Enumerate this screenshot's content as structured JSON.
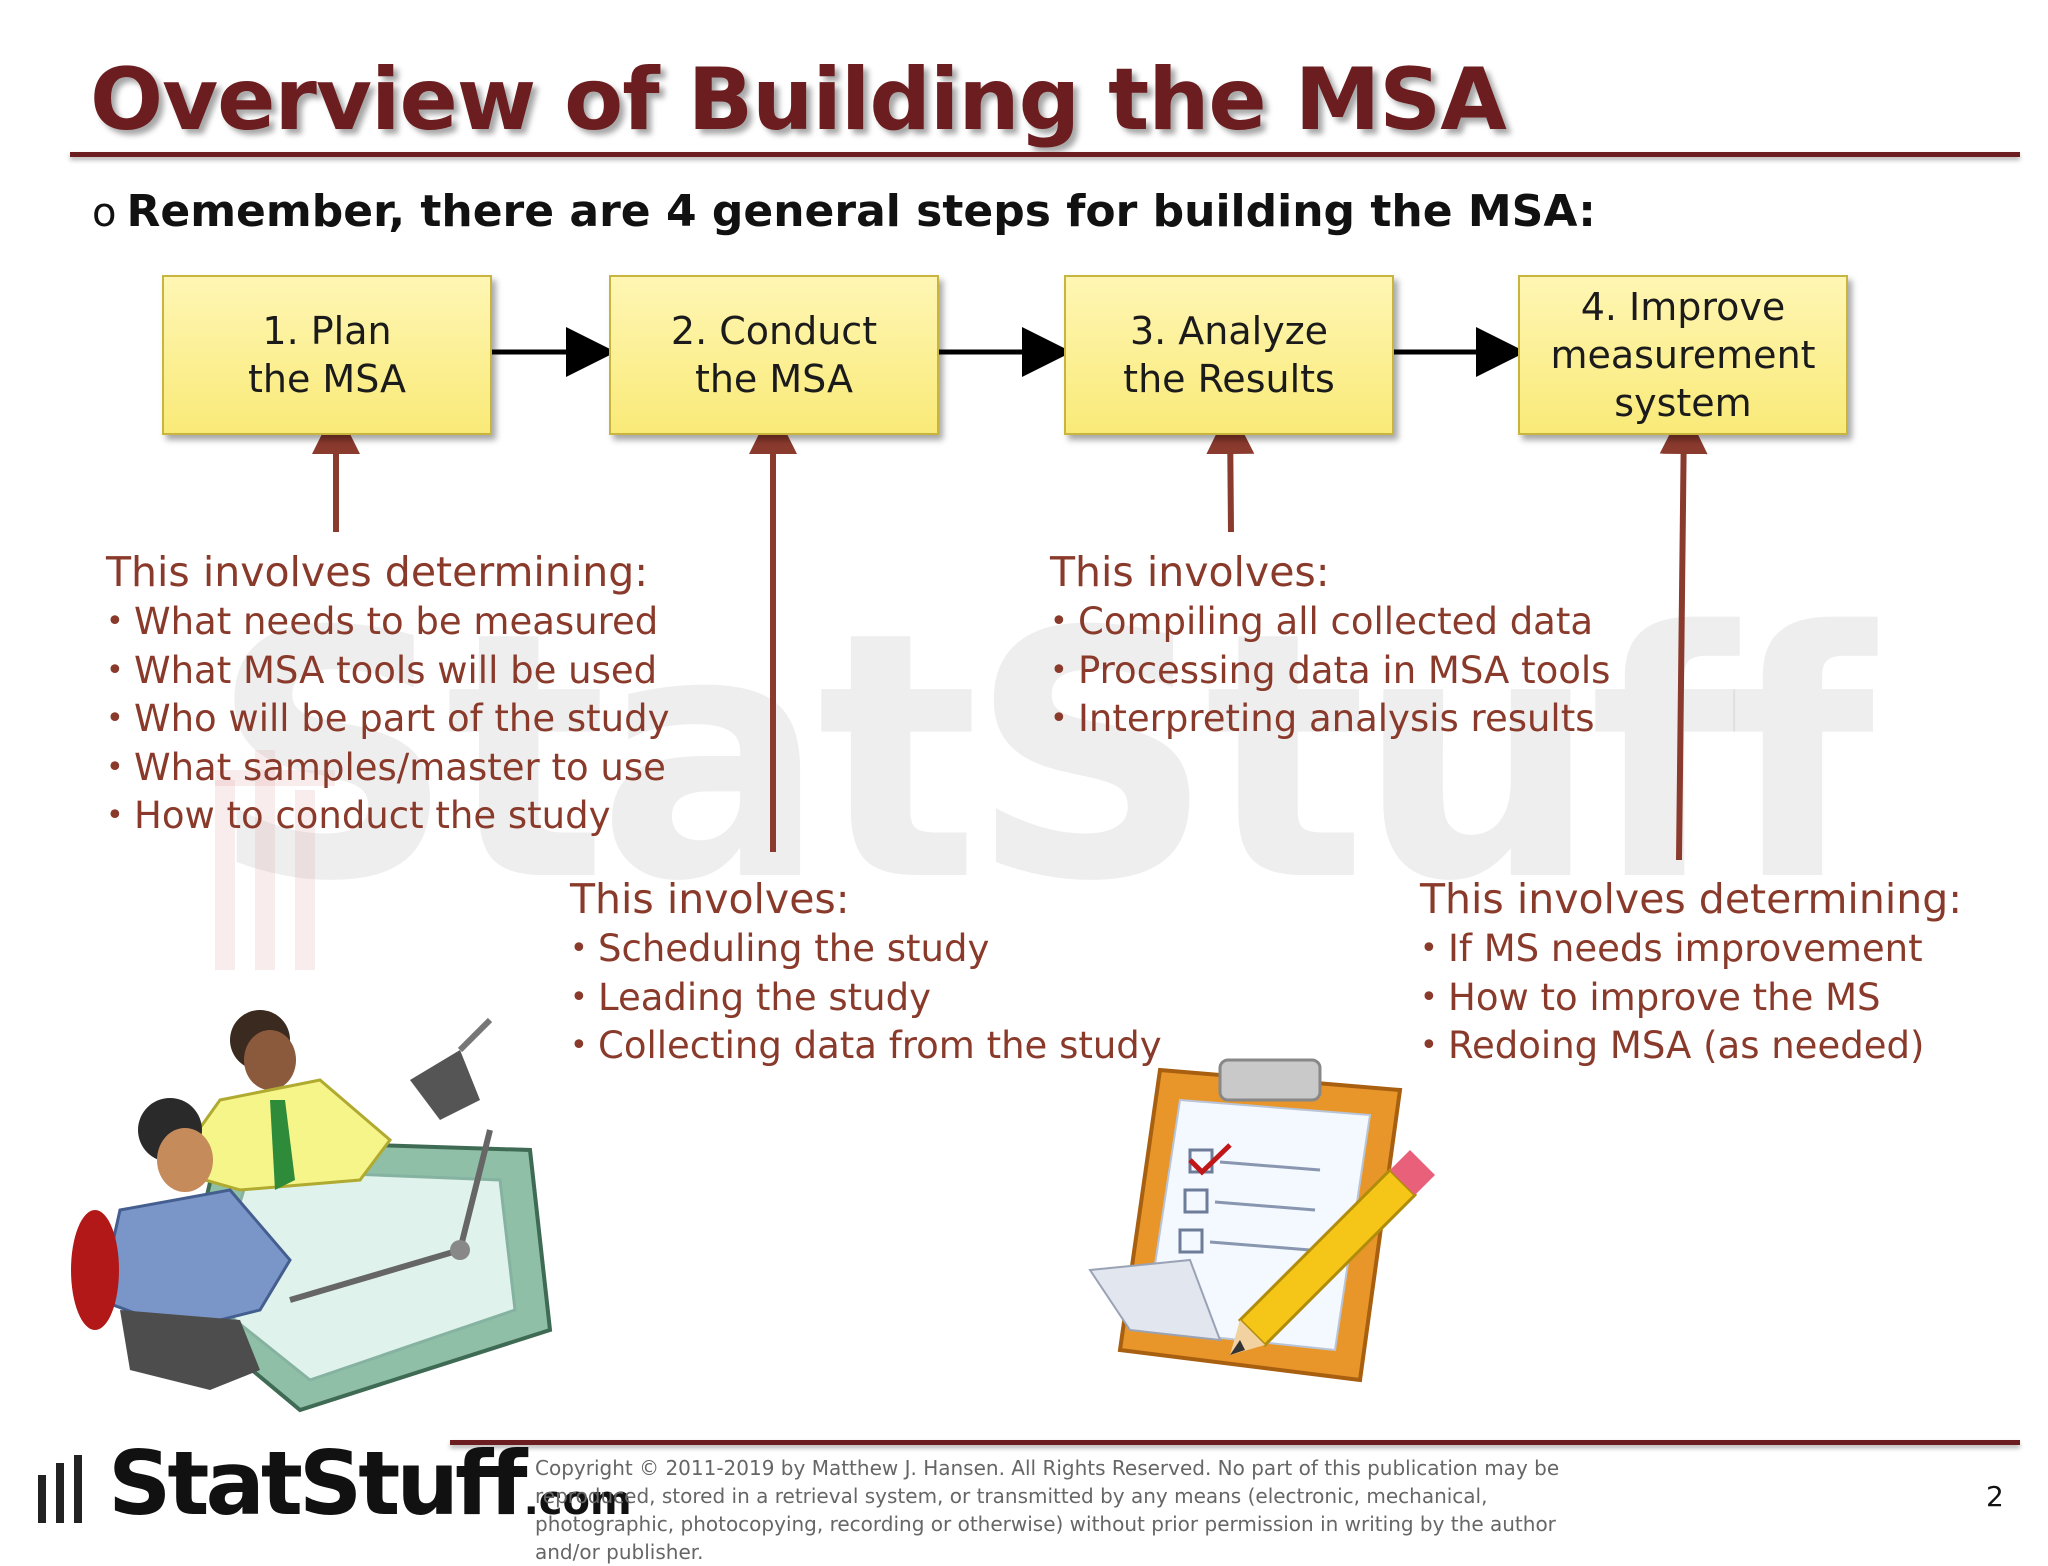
{
  "title": "Overview of Building the MSA",
  "lead": {
    "bullet": "o",
    "text": "Remember, there are 4 general steps for building the MSA:"
  },
  "steps": [
    {
      "label": "1. Plan\nthe MSA"
    },
    {
      "label": "2. Conduct\nthe MSA"
    },
    {
      "label": "3. Analyze\nthe Results"
    },
    {
      "label": "4. Improve\nmeasurement\nsystem"
    }
  ],
  "details": [
    {
      "heading": "This involves determining:",
      "items": [
        "What needs to be measured",
        "What MSA tools will be used",
        "Who will be part of the study",
        "What samples/master to use",
        "How to conduct the study"
      ]
    },
    {
      "heading": "This involves:",
      "items": [
        "Scheduling the study",
        "Leading the study",
        "Collecting data from the study"
      ]
    },
    {
      "heading": "This involves:",
      "items": [
        "Compiling all collected data",
        "Processing data in MSA tools",
        "Interpreting analysis results"
      ]
    },
    {
      "heading": "This involves determining:",
      "items": [
        "If MS needs improvement",
        "How to improve the MS",
        "Redoing MSA (as needed)"
      ]
    }
  ],
  "watermark": "StatStuff",
  "footer": {
    "logo": "StatStuff",
    "logo_suffix": ".com",
    "copyright": "Copyright © 2011-2019 by Matthew  J. Hansen.  All Rights Reserved.  No part of this publication may be reproduced, stored in a retrieval system, or transmitted by any means  (electronic, mechanical, photographic, photocopying, recording or otherwise) without prior permission in writing by the author and/or publisher.",
    "page_number": "2"
  },
  "colors": {
    "title": "#6b1d1f",
    "box_fill": "#fbed8a",
    "arrow_up": "#8b3a2e",
    "detail_text": "#8a3a2a"
  },
  "illustrations": [
    "engineers-drafting-clipart",
    "clipboard-checklist-pencil-clipart"
  ]
}
